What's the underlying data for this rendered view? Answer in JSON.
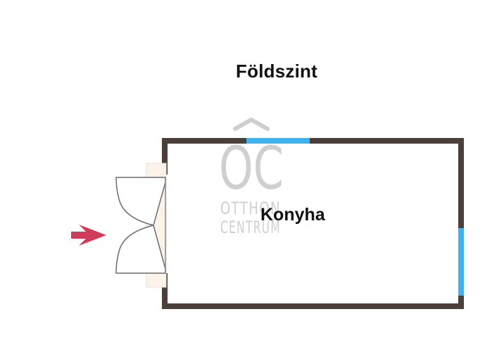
{
  "plan": {
    "floor_title": "Földszint",
    "room_name": "Konyha"
  },
  "watermark": {
    "monogram": "OC",
    "line1": "OTTHON",
    "line2": "CENTRUM"
  },
  "colors": {
    "wall": "#4a3f3a",
    "window": "#3fb2ef",
    "door_fill": "#fbf3ea",
    "entry_arrow": "#cf3b58",
    "watermark": "#c7c7c7",
    "text": "#111111"
  }
}
